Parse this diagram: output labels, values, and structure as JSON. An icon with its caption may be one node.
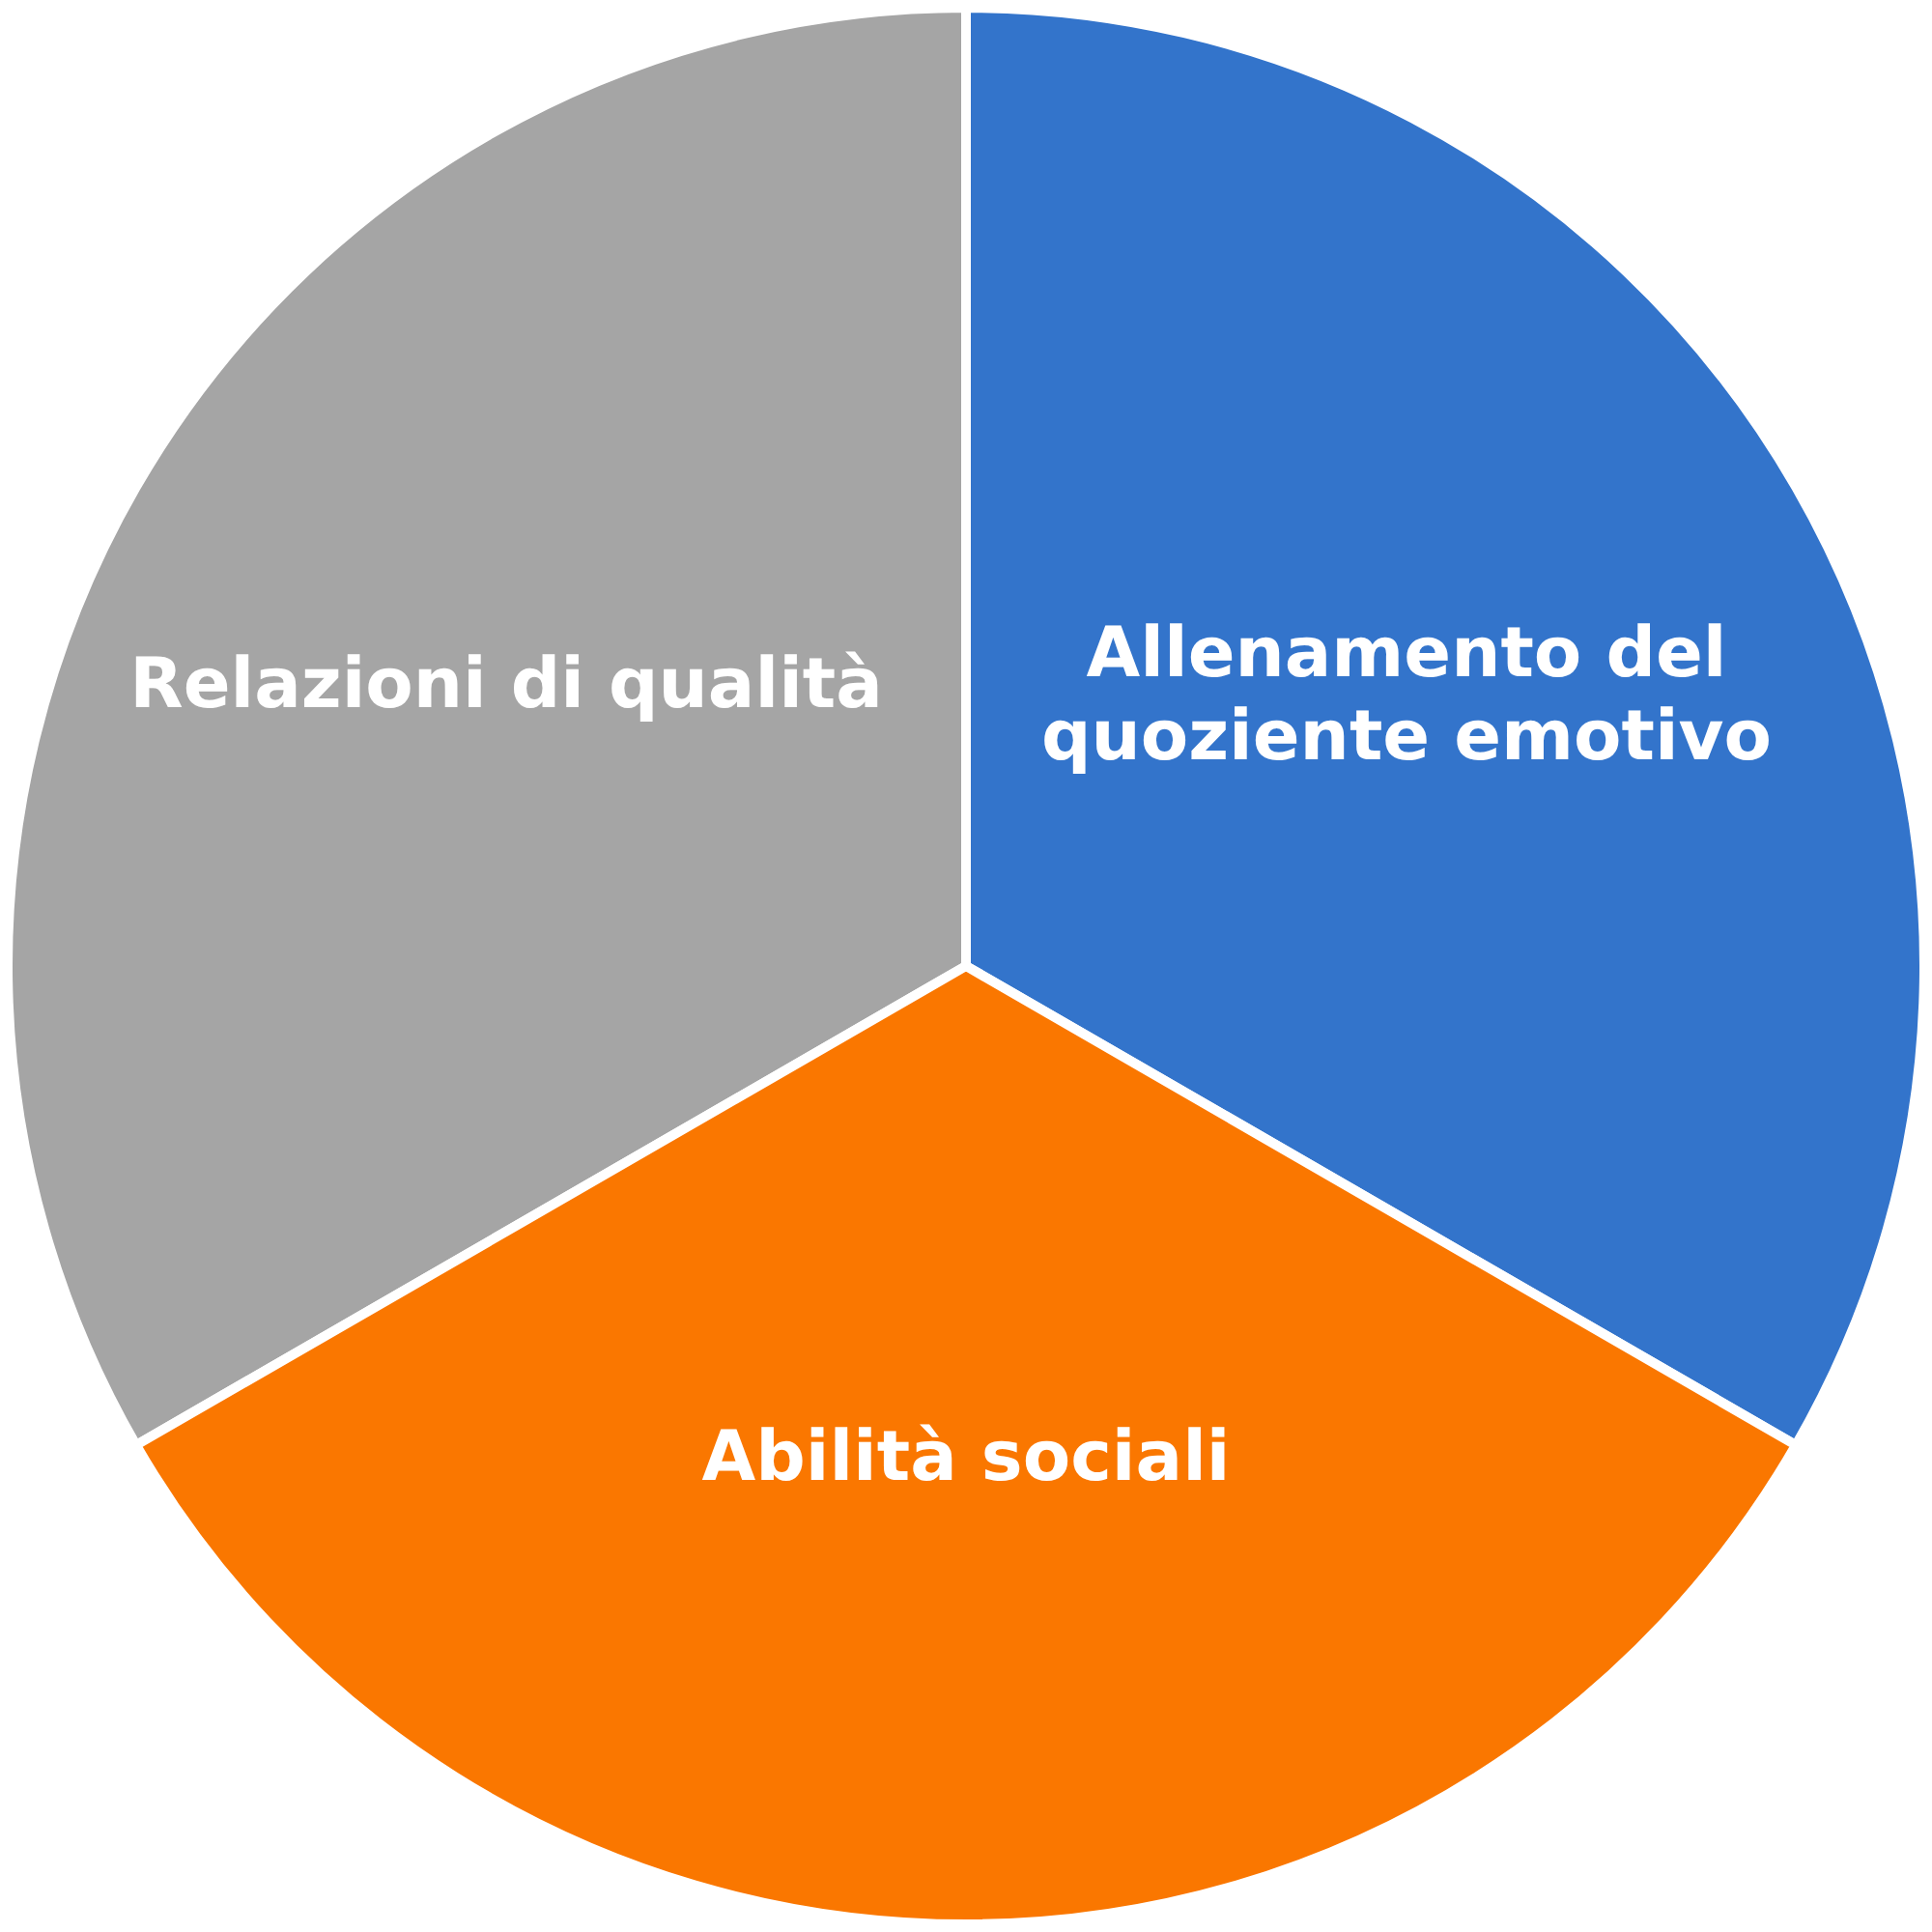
{
  "diagram": {
    "nodes": [
      {
        "text": [
          "Relazioni di qualità"
        ]
      },
      {
        "text": [
          "Allenamento del quoziente emotivo"
        ]
      },
      {
        "text": [
          "Abilità sociali"
        ]
      }
    ]
  }
}
